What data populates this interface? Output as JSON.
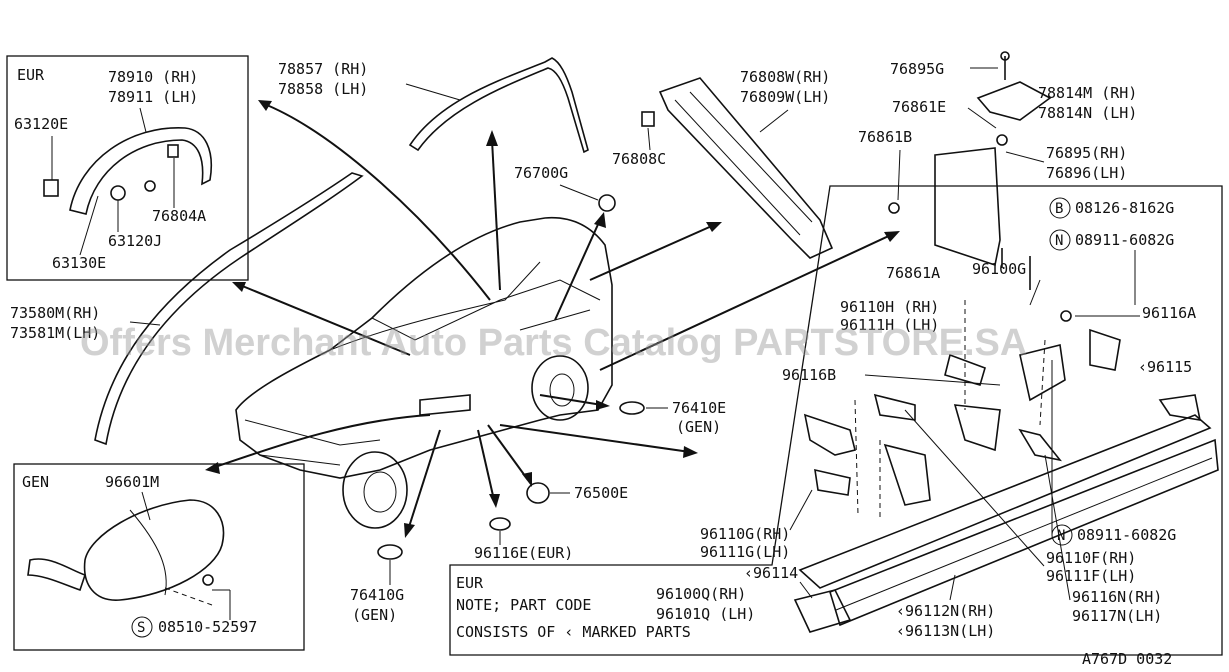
{
  "panels": {
    "eur_top": {
      "title": "EUR",
      "parts": [
        "78910 (RH)",
        "78911 (LH)",
        "63120E",
        "76804A",
        "63120J",
        "63130E"
      ]
    },
    "gen_bottom": {
      "title": "GEN",
      "parts": [
        "96601M",
        "08510-52597"
      ],
      "circle_letter": "S"
    },
    "step_box": {
      "parts": [
        "08126-8162G",
        "08911-6082G",
        "96100G",
        "96116A",
        "96110H (RH)",
        "96111H (LH)",
        "96116B",
        "‹96115",
        "96110G(RH)",
        "96111G(LH)",
        "‹96114",
        "08911-6082G",
        "96110F(RH)",
        "96111F(LH)",
        "96116N(RH)",
        "96117N(LH)",
        "‹96112N(RH)",
        "‹96113N(LH)",
        "96100Q(RH)",
        "96101Q (LH)"
      ],
      "circle_letters": [
        "B",
        "N",
        "N"
      ],
      "note_eur": "EUR",
      "note_line1": "NOTE; PART CODE",
      "note_line2": "CONSISTS OF ‹ MARKED PARTS"
    }
  },
  "labels": {
    "l78857": "78857 (RH)",
    "l78858": "78858 (LH)",
    "l76808w": "76808W(RH)",
    "l76809w": "76809W(LH)",
    "l76808c": "76808C",
    "l76700g": "76700G",
    "l76895g": "76895G",
    "l78814m": "78814M (RH)",
    "l78814n": "78814N (LH)",
    "l76861e": "76861E",
    "l76861b": "76861B",
    "l76895": "76895(RH)",
    "l76896": "76896(LH)",
    "l76861a": "76861A",
    "l73580m": "73580M(RH)",
    "l73581": "73581M(LH)",
    "l76410e": "76410E",
    "l76410e_gen": "(GEN)",
    "l76500e": "76500E",
    "l96116e": "96116E(EUR)",
    "l76410g": "76410G",
    "l76410g_gen": "(GEN)"
  },
  "watermark": "Offers Merchant Auto Parts Catalog PARTSTORE.SA",
  "drawing_code": "A767D 0032"
}
